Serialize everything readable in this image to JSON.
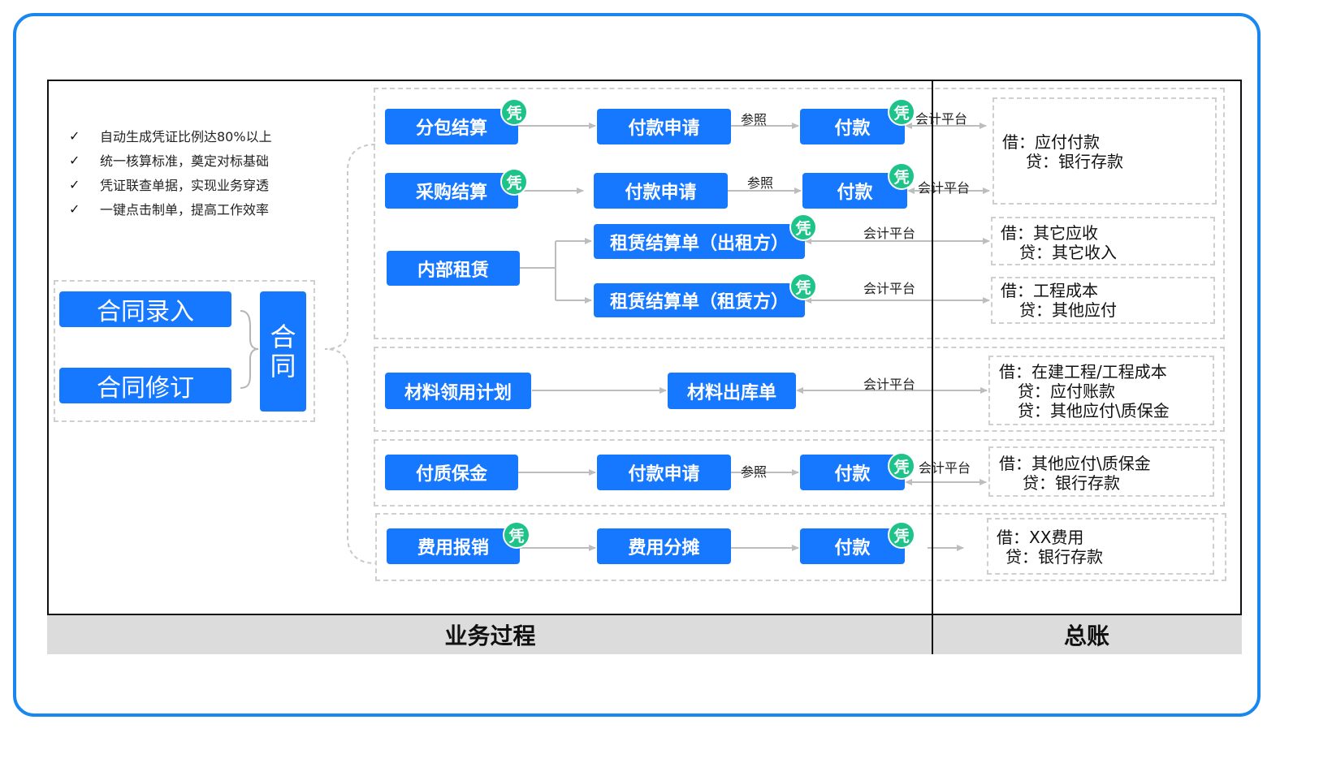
{
  "benefits": [
    "自动生成凭证比例达80%以上",
    "统一核算标准，奠定对标基础",
    "凭证联查单据，实现业务穿透",
    "一键点击制单，提高工作效率"
  ],
  "check_glyph": "✓",
  "contract": {
    "entry": "合同录入",
    "revise": "合同修订",
    "vertical": [
      "合",
      "同"
    ]
  },
  "voucher_badge": "凭",
  "flows": {
    "subcontract": {
      "start": "分包结算",
      "apply": "付款申请",
      "ref": "参照",
      "pay": "付款",
      "platform": "会计平台"
    },
    "purchase": {
      "start": "采购结算",
      "apply": "付款申请",
      "ref": "参照",
      "pay": "付款",
      "platform": "会计平台"
    },
    "lease": {
      "start": "内部租赁",
      "out": "租赁结算单（出租方）",
      "in": "租赁结算单（租赁方）",
      "platform_out": "会计平台",
      "platform_in": "会计平台"
    },
    "material": {
      "start": "材料领用计划",
      "out": "材料出库单",
      "platform": "会计平台"
    },
    "deposit": {
      "start": "付质保金",
      "apply": "付款申请",
      "ref": "参照",
      "pay": "付款",
      "platform": "会计平台"
    },
    "expense": {
      "start": "费用报销",
      "allocate": "费用分摊",
      "pay": "付款"
    }
  },
  "ledger": {
    "e1": [
      "借：应付付款",
      "贷：银行存款"
    ],
    "e2": [
      "借：其它应收",
      "贷：其它收入"
    ],
    "e3": [
      "借：工程成本",
      "贷：其他应付"
    ],
    "e4": [
      "借：在建工程/工程成本",
      "贷：应付账款",
      "贷：其他应付\\质保金"
    ],
    "e5": [
      "借：其他应付\\质保金",
      "贷：银行存款"
    ],
    "e6": [
      "借：XX费用",
      "贷：银行存款"
    ]
  },
  "footer": {
    "business": "业务过程",
    "ledger": "总账"
  },
  "colors": {
    "frame": "#1a86f0",
    "box": "#1677ff",
    "badge": "#1ec38a",
    "footer_bg": "#dcdcdc"
  }
}
